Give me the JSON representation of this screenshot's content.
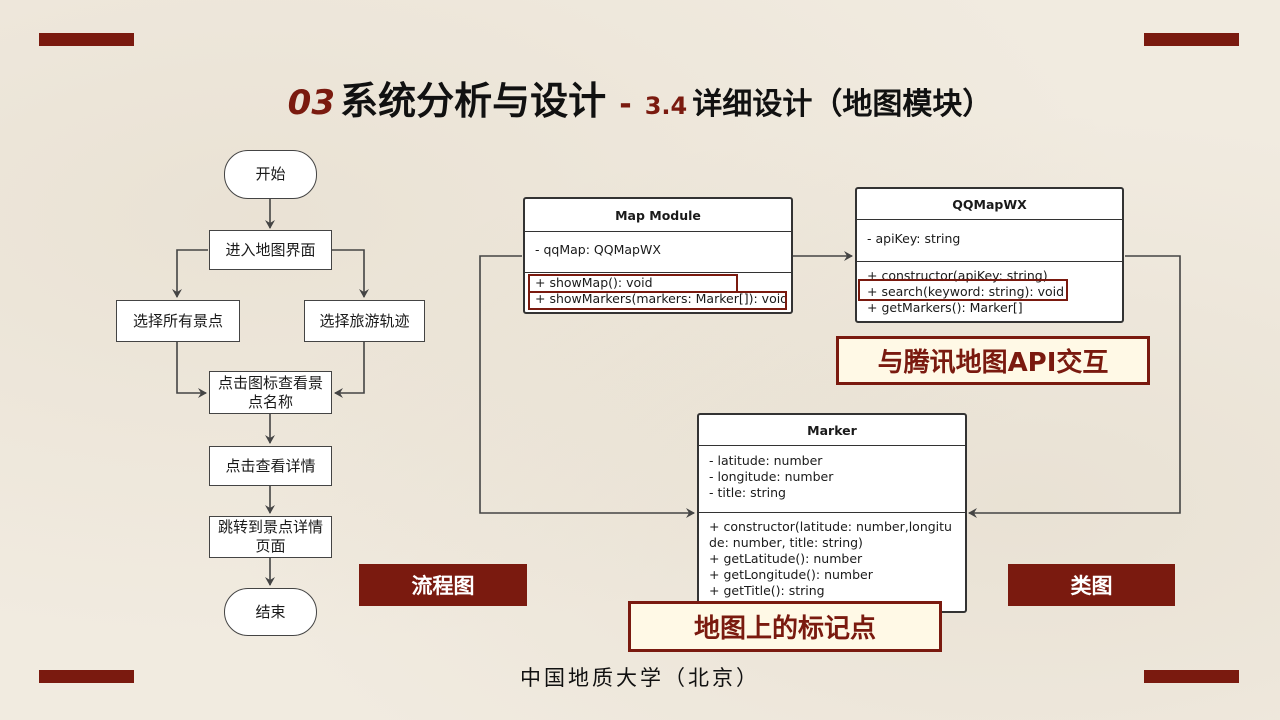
{
  "title": {
    "number": "03",
    "main": "系统分析与设计",
    "dash": "-",
    "sub_number": "3.4",
    "sub": "详细设计（地图模块）"
  },
  "flowchart": {
    "start": "开始",
    "enter_map": "进入地图界面",
    "select_all": "选择所有景点",
    "select_route": "选择旅游轨迹",
    "click_icon": "点击图标查看景点名称",
    "click_detail": "点击查看详情",
    "jump_detail": "跳转到景点详情页面",
    "end": "结束",
    "label": "流程图"
  },
  "class_diagram": {
    "map_module": {
      "name": "Map Module",
      "attrs": [
        "- qqMap: QQMapWX"
      ],
      "methods": [
        "+ showMap(): void",
        "+ showMarkers(markers: Marker[]): void"
      ]
    },
    "qqmapwx": {
      "name": "QQMapWX",
      "attrs": [
        "- apiKey: string"
      ],
      "methods": [
        "+ constructor(apiKey: string)",
        "+ search(keyword: string): void",
        "+ getMarkers(): Marker[]"
      ]
    },
    "marker": {
      "name": "Marker",
      "attrs": [
        "- latitude: number",
        "- longitude: number",
        "- title: string"
      ],
      "methods": [
        "+ constructor(latitude: number,longitude: number, title: string)",
        "+ getLatitude(): number",
        "+ getLongitude(): number",
        "+ getTitle(): string"
      ]
    },
    "callout_api": "与腾讯地图API交互",
    "callout_marker": "地图上的标记点",
    "label": "类图"
  },
  "footer": "中国地质大学（北京）",
  "colors": {
    "accent": "#7a1a0f",
    "background": "#f1ebe0"
  }
}
